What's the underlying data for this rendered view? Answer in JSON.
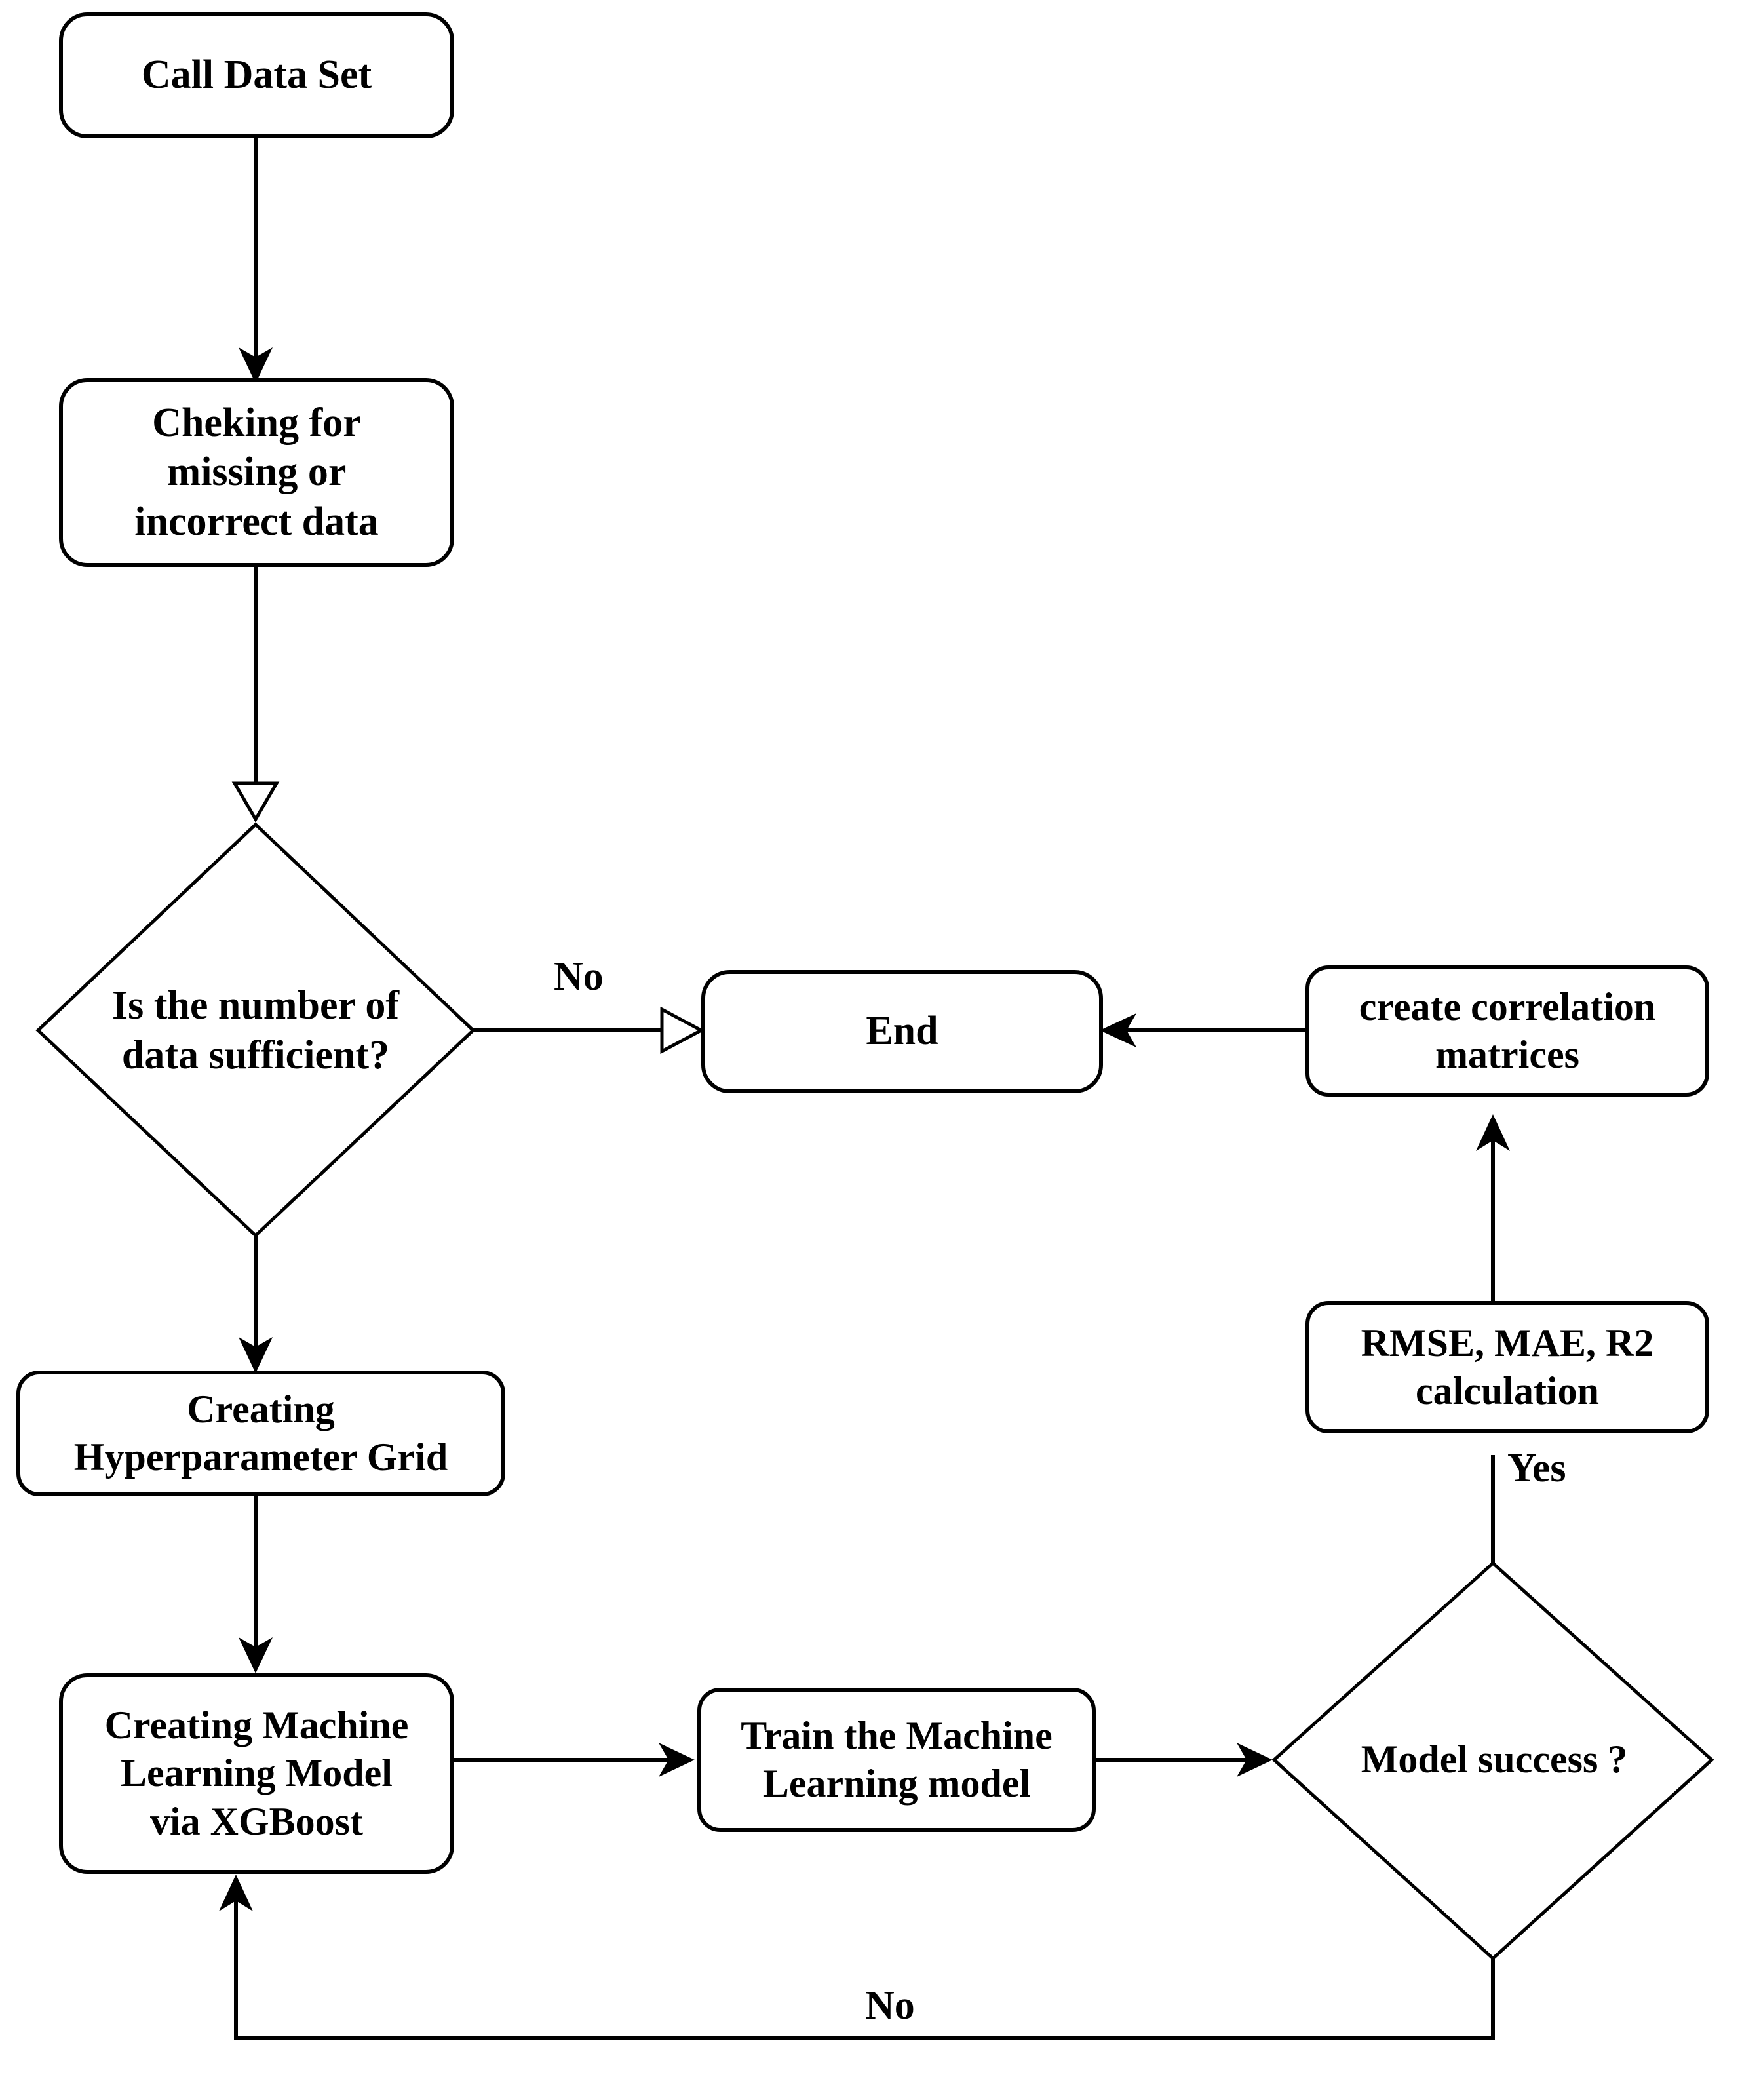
{
  "diagram": {
    "title": "Machine Learning Model Development Flowchart",
    "type": "flowchart",
    "background_color": "#ffffff",
    "stroke_color": "#000000",
    "text_color": "#000000"
  },
  "nodes": {
    "call_data_set": {
      "label": "Call Data Set",
      "shape": "rounded-rectangle"
    },
    "checking_data": {
      "label": "Cheking for\nmissing or\nincorrect data",
      "shape": "rounded-rectangle"
    },
    "data_sufficient": {
      "label": "Is the number of\ndata sufficient?",
      "shape": "diamond"
    },
    "end": {
      "label": "End",
      "shape": "rounded-rectangle"
    },
    "create_correlation_matrices": {
      "label": "create correlation\nmatrices",
      "shape": "rounded-rectangle"
    },
    "metrics_calculation": {
      "label": "RMSE, MAE, R2\ncalculation",
      "shape": "rounded-rectangle"
    },
    "creating_hyperparameter_grid": {
      "label": "Creating\nHyperparameter Grid",
      "shape": "rounded-rectangle"
    },
    "creating_ml_model": {
      "label": "Creating Machine\nLearning Model\nvia XGBoost",
      "shape": "rounded-rectangle"
    },
    "train_ml_model": {
      "label": "Train the Machine\nLearning model",
      "shape": "rounded-rectangle"
    },
    "model_success": {
      "label": "Model success ?",
      "shape": "diamond"
    }
  },
  "edge_labels": {
    "data_sufficient_no": "No",
    "model_success_yes": "Yes",
    "model_success_no": "No"
  },
  "edges": [
    {
      "from": "call_data_set",
      "to": "checking_data",
      "label": "",
      "arrow": "solid"
    },
    {
      "from": "checking_data",
      "to": "data_sufficient",
      "label": "",
      "arrow": "open"
    },
    {
      "from": "data_sufficient",
      "to": "end",
      "label": "No",
      "arrow": "open"
    },
    {
      "from": "data_sufficient",
      "to": "creating_hyperparameter_grid",
      "label": "",
      "arrow": "solid"
    },
    {
      "from": "creating_hyperparameter_grid",
      "to": "creating_ml_model",
      "label": "",
      "arrow": "solid"
    },
    {
      "from": "creating_ml_model",
      "to": "train_ml_model",
      "label": "",
      "arrow": "solid"
    },
    {
      "from": "train_ml_model",
      "to": "model_success",
      "label": "",
      "arrow": "solid"
    },
    {
      "from": "model_success",
      "to": "metrics_calculation",
      "label": "Yes",
      "arrow": "solid"
    },
    {
      "from": "metrics_calculation",
      "to": "create_correlation_matrices",
      "label": "",
      "arrow": "solid"
    },
    {
      "from": "create_correlation_matrices",
      "to": "end",
      "label": "",
      "arrow": "solid"
    },
    {
      "from": "model_success",
      "to": "creating_ml_model",
      "label": "No",
      "arrow": "solid"
    }
  ]
}
